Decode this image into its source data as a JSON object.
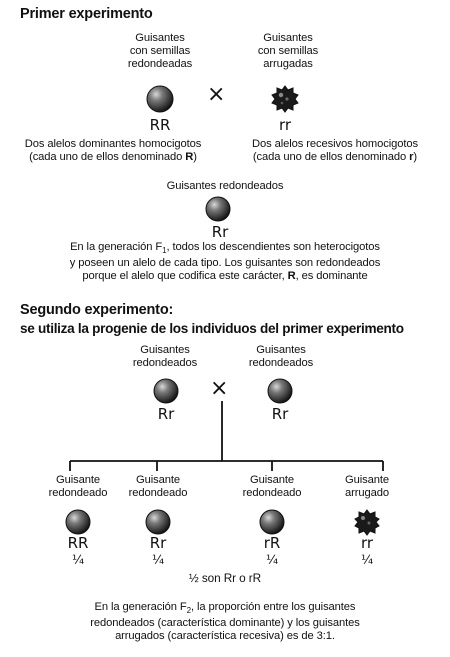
{
  "exp1": {
    "title": "Primer experimento",
    "parent_left_label": "Guisantes\ncon semillas\nredondeadas",
    "parent_right_label": "Guisantes\ncon semillas\narrugadas",
    "cross_symbol": "×",
    "genotype_left": "RR",
    "genotype_right": "rr",
    "desc_left_line1": "Dos alelos dominantes homocigotos",
    "desc_left_line2_pre": "(cada uno de ellos denominado ",
    "desc_left_allele": "R",
    "desc_left_line2_post": ")",
    "desc_right_line1": "Dos alelos recesivos homocigotos",
    "desc_right_line2_pre": "(cada uno de ellos denominado ",
    "desc_right_allele": "r",
    "desc_right_line2_post": ")",
    "offspring_label": "Guisantes redondeados",
    "offspring_genotype": "Rr",
    "conclusion_line1_pre": "En la generación F",
    "conclusion_line1_sub": "1",
    "conclusion_line1_post": ", todos los descendientes son heterocigotos",
    "conclusion_line2": "y poseen un alelo de cada tipo. Los guisantes son redondeados",
    "conclusion_line3_pre": "porque el alelo que codifica este carácter, ",
    "conclusion_line3_bold": "R",
    "conclusion_line3_post": ", es dominante"
  },
  "exp2": {
    "title_line1": "Segundo experimento:",
    "title_line2": "se utiliza la progenie de los individuos del primer experimento",
    "parent_left_label": "Guisantes\nredondeados",
    "parent_right_label": "Guisantes\nredondeados",
    "cross_symbol": "×",
    "genotype_left": "Rr",
    "genotype_right": "Rr",
    "offspring": [
      {
        "label": "Guisante\nredondeado",
        "genotype": "RR",
        "fraction": "¼",
        "shape": "round"
      },
      {
        "label": "Guisante\nredondeado",
        "genotype": "Rr",
        "fraction": "¼",
        "shape": "round"
      },
      {
        "label": "Guisante\nredondeado",
        "genotype": "rR",
        "fraction": "¼",
        "shape": "round"
      },
      {
        "label": "Guisante\narrugado",
        "genotype": "rr",
        "fraction": "¼",
        "shape": "wrinkled"
      }
    ],
    "half_note": "½ son Rr o rR",
    "conclusion_line1_pre": "En la generación F",
    "conclusion_line1_sub": "2",
    "conclusion_line1_post": ", la proporción entre los guisantes",
    "conclusion_line2": "redondeados (característica dominante) y los guisantes",
    "conclusion_line3": "arrugados (característica recesiva) es de 3:1."
  },
  "icons": {
    "round": "round-pea-icon",
    "wrinkled": "wrinkled-pea-icon",
    "cross": "cross-icon"
  },
  "colors": {
    "ink": "#111111",
    "pea_dark": "#1a1a1a",
    "pea_light": "#9a9a9a"
  }
}
